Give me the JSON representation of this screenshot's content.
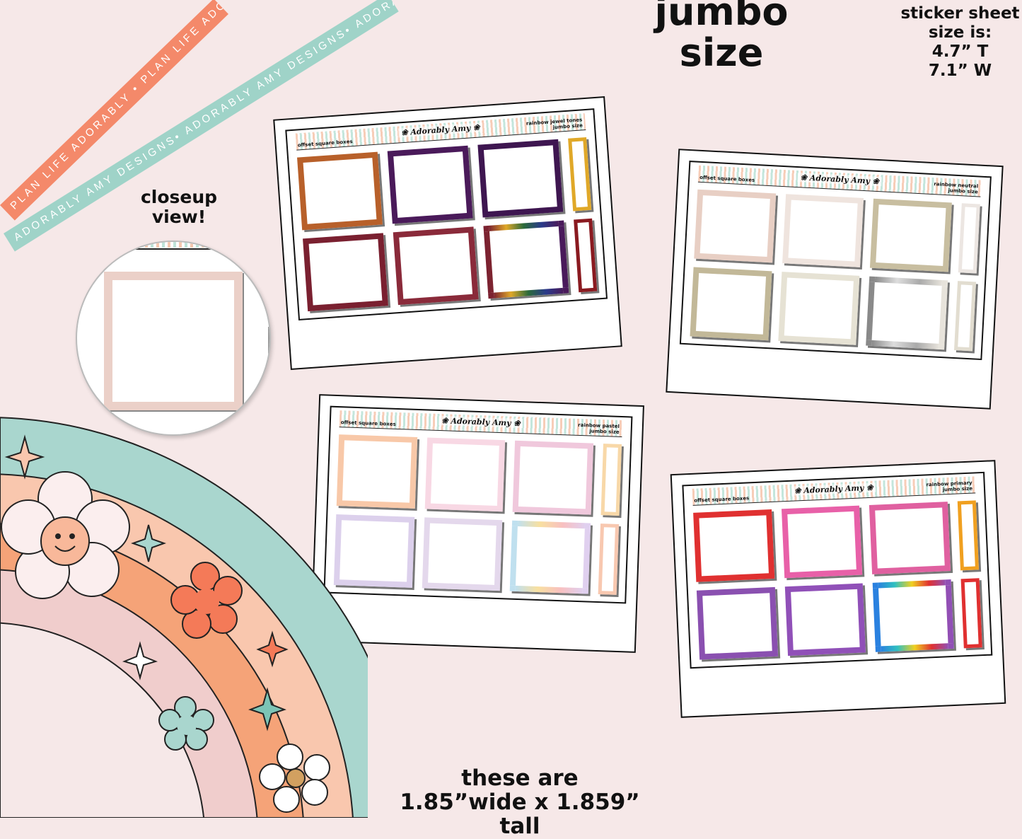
{
  "ribbons": {
    "orange": "PLAN LIFE ADORABLY • PLAN LIFE ADORABLY • PLAN LIFE AD",
    "teal": "ADORABLY AMY DESIGNS• ADORABLY AMY DESIGNS• ADORABLY AMY DESIGNS •A"
  },
  "title": {
    "line1": "jumbo",
    "line2": "size"
  },
  "size_info": {
    "line1": "sticker sheet",
    "line2": "size is:",
    "line3": "4.7” T",
    "line4": "7.1” W"
  },
  "closeup": {
    "line1": "closeup",
    "line2": "view!"
  },
  "bottom_note": {
    "line1": "these are",
    "line2": "1.85”wide x 1.859” tall"
  },
  "brand": "Adorably Amy designs",
  "sheets": [
    {
      "left": "offset square boxes",
      "right1": "rainbow jewel tones",
      "right2": "jumbo size",
      "colors": [
        "#b8602a",
        "#4a1a5a",
        "#3e1650",
        "#e0a828",
        "#7a2030",
        "#8a2a3a",
        "linear-gradient(90deg,#7a2030,#e0a828,#2a6a3a,#2a3a8a,#4a1a5a)",
        "#8a1a20"
      ]
    },
    {
      "left": "offset square boxes",
      "right1": "rainbow neutral",
      "right2": "jumbo size",
      "colors": [
        "#e8cfc4",
        "#efe4de",
        "#c8bea0",
        "#ece6e2",
        "#c2b898",
        "#e6e2d4",
        "linear-gradient(90deg,#888,#ddd,#aaa,#e8e4dc)",
        "#e2ddd0"
      ]
    },
    {
      "left": "offset square boxes",
      "right1": "rainbow pastel",
      "right2": "jumbo size",
      "colors": [
        "#f8c8a8",
        "#f8d8e4",
        "#f0c8dc",
        "#f8d8a8",
        "#dcd0ec",
        "#e4d8ec",
        "linear-gradient(90deg,#bfe0f0,#f8e0a0,#f8c0c0,#e0d0f0)",
        "#f8c8b0"
      ]
    },
    {
      "left": "offset square boxes",
      "right1": "rainbow primary",
      "right2": "jumbo size",
      "colors": [
        "#e03030",
        "#e860a8",
        "#e060a0",
        "#f0a020",
        "#8a50b0",
        "#9050b8",
        "linear-gradient(90deg,#2a80e0,#30c0c0,#f0d020,#e03030,#9050b8)",
        "#e03030"
      ]
    }
  ]
}
